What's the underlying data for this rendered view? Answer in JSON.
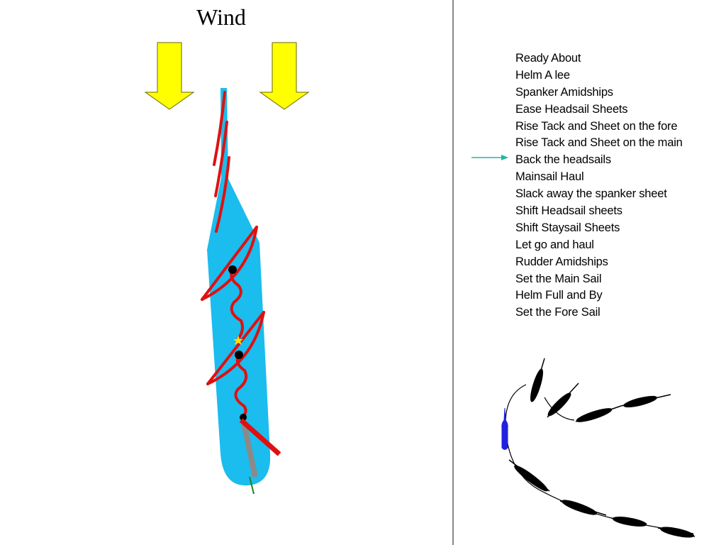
{
  "title": "Wind",
  "colors": {
    "wind_arrow": "#ffff00",
    "hull": "#1bbcee",
    "sail": "#e01010",
    "current_step_arrow": "#20b8a0",
    "course_ship": "#2020e0"
  },
  "orders": {
    "current_index": 6,
    "items": [
      "Ready About",
      "Helm A lee",
      "Spanker Amidships",
      "Ease Headsail Sheets",
      "Rise Tack and Sheet on the fore",
      "Rise Tack and Sheet on the main",
      "Back the headsails",
      "Mainsail Haul",
      "Slack away the spanker sheet",
      "Shift Headsail sheets",
      "Shift Staysail Sheets",
      "Let go and haul",
      "Rudder Amidships",
      "Set the Main Sail",
      "Helm Full and By",
      "Set the Fore Sail"
    ]
  }
}
